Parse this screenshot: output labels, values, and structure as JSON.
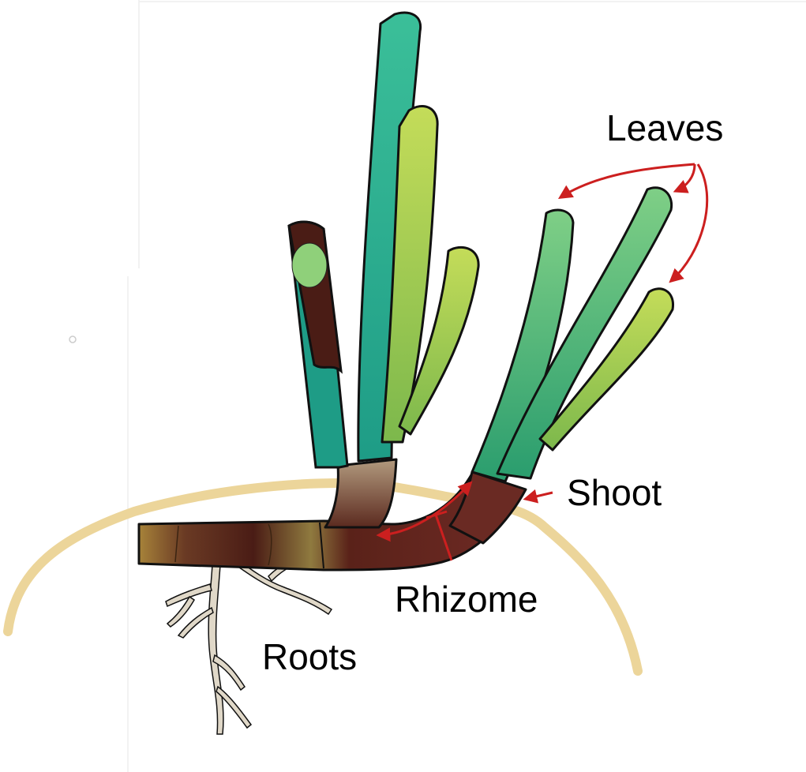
{
  "labels": {
    "leaves": "Leaves",
    "shoot": "Shoot",
    "rhizome": "Rhizome",
    "roots": "Roots"
  },
  "colors": {
    "background": "#ffffff",
    "ground_line": "#ecd59a",
    "rhizome_dark": "#4a1c15",
    "rhizome_mid": "#6b2a24",
    "rhizome_old": "#a8873a",
    "leaf_teal": "#27a08c",
    "leaf_green": "#3fb27a",
    "leaf_lime": "#b3d24a",
    "arrow_red": "#cc1f1f",
    "root_color": "#d9d2c4",
    "outline": "#111111"
  }
}
